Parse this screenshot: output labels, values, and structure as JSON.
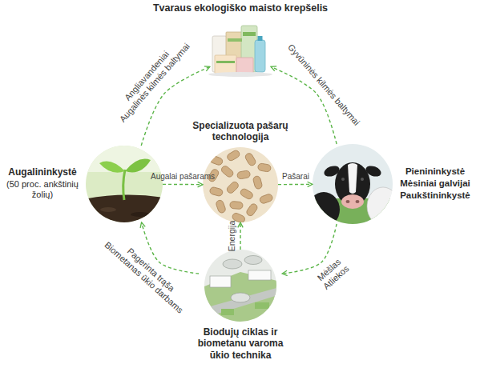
{
  "diagram": {
    "nodes": [
      {
        "text": [
          "Tvaraus ekologiško maisto krepšelis"
        ]
      },
      {
        "text": [
          "Augalininkystė",
          "(50 proc. ankštinių žolių)"
        ]
      },
      {
        "text": [
          "Specializuota pašarų technologija"
        ]
      },
      {
        "text": [
          "Pienininkystė",
          "Mėsiniai galvijai",
          "Paukštininkystė"
        ]
      },
      {
        "text": [
          "Biodujų ciklas ir biometanu varoma ūkio technika"
        ]
      }
    ],
    "edges": [
      {
        "from": 1,
        "to": 0,
        "arrow": "to",
        "label": "Angliavandeniai Augalinės kilmės baltymai"
      },
      {
        "from": 3,
        "to": 0,
        "arrow": "to",
        "label": "Gyvūninės kilmės baltymai"
      },
      {
        "from": 1,
        "to": 2,
        "arrow": "to",
        "label": "Augalai pašarams"
      },
      {
        "from": 2,
        "to": 3,
        "arrow": "to",
        "label": "Pašarai"
      },
      {
        "from": 3,
        "to": 4,
        "arrow": "to",
        "label": "Mėšlas Atliekos"
      },
      {
        "from": 4,
        "to": 1,
        "arrow": "to",
        "label": "Pagerinta trąša Biometanas ūkio darbams"
      },
      {
        "from": 4,
        "to": 2,
        "arrow": "to",
        "label": "Energija"
      }
    ]
  }
}
